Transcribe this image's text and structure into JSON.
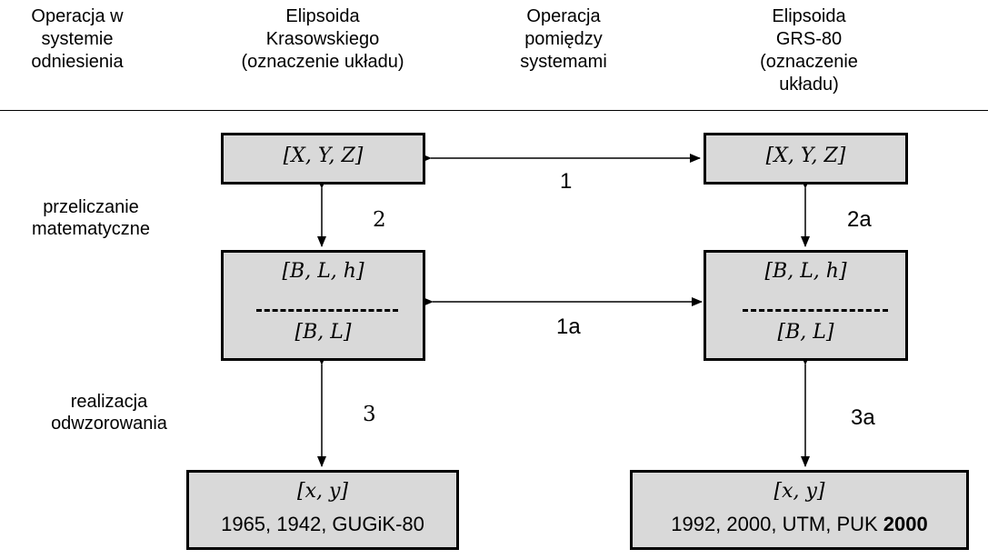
{
  "header": {
    "col1": "Operacja w\nsystemie\nodniesienia",
    "col2": "Elipsoida\nKrasowskiego\n(oznaczenie układu)",
    "col3": "Operacja\npomiędzy\nsystemami",
    "col4": "Elipsoida\nGRS-80\n(oznaczenie\nukładu)"
  },
  "side": {
    "math_conversion": "przeliczanie\nmatematyczne",
    "projection": "realizacja\nodwzorowania"
  },
  "left": {
    "xyz": "[X, Y, Z]",
    "blh": "[B, L, h]",
    "bl": "[B, L]",
    "xy": "[x, y]",
    "systems": "1965, 1942, GUGiK-80"
  },
  "right": {
    "xyz": "[X, Y, Z]",
    "blh": "[B, L, h]",
    "bl": "[B, L]",
    "xy": "[x, y]",
    "systems_prefix": "1992, 2000, UTM, PUK ",
    "systems_bold": "2000"
  },
  "labels": {
    "l1": "1",
    "l1a": "1a",
    "l2": "2",
    "l2a": "2a",
    "l3": "3",
    "l3a": "3a"
  }
}
